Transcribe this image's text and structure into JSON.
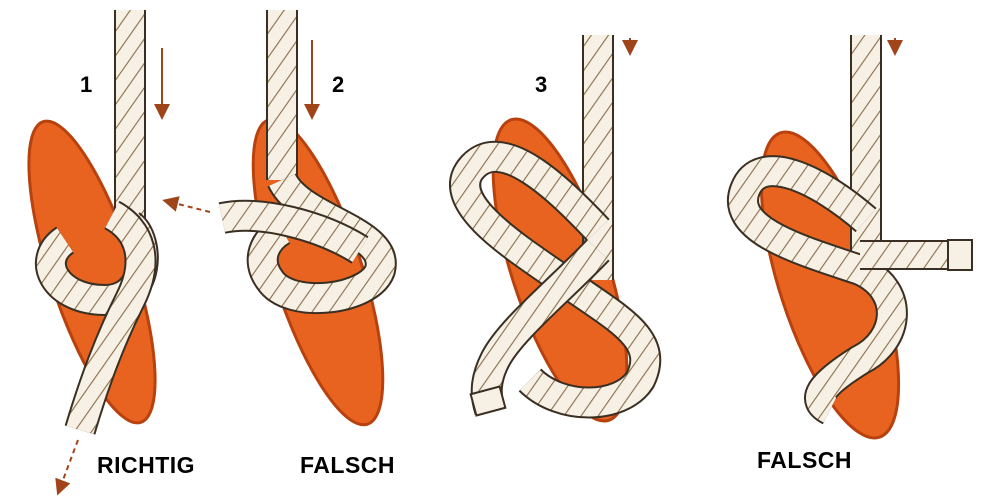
{
  "colors": {
    "cleat": "#e8631f",
    "cleat_edge": "#b8410e",
    "rope": "#f6f1e4",
    "rope_edge": "#3a2f22",
    "rope_strand": "#8a6e4a",
    "arrow": "#a0441a"
  },
  "icons": [
    "cleat-icon",
    "rope-icon",
    "arrow-icon"
  ],
  "panels": [
    {
      "number": "1",
      "caption": "RICHTIG"
    },
    {
      "number": "2",
      "caption": "FALSCH"
    },
    {
      "number": "3",
      "caption": ""
    },
    {
      "number": "",
      "caption": "FALSCH"
    }
  ]
}
